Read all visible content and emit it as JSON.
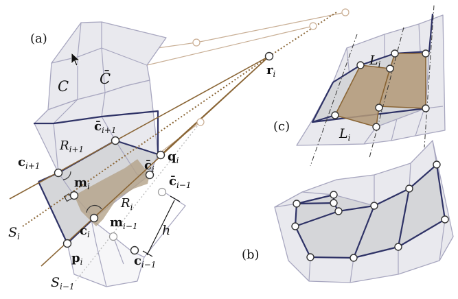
{
  "panels": {
    "a": {
      "tag": "(a)",
      "curve_C": "C",
      "curve_C_bar": "C̄",
      "r": "r",
      "r_sub": "i",
      "R_next": "R",
      "R_next_sub": "i+1",
      "R_cur": "R",
      "R_cur_sub": "i",
      "c_next": "c",
      "c_next_sub": "i+1",
      "cbar_next": "c̄",
      "cbar_next_sub": "i+1",
      "q": "q",
      "q_sub": "i",
      "m": "m",
      "m_sub": "i",
      "cbar": "c̄",
      "cbar_sub": "i",
      "cbar_prev": "c̄",
      "cbar_prev_sub": "i−1",
      "c": "c",
      "c_sub": "i",
      "m_prev": "m",
      "m_prev_sub": "i−1",
      "h": "h",
      "S": "S",
      "S_sub": "i",
      "p": "p",
      "p_sub": "i",
      "c_prev": "c",
      "c_prev_sub": "i−1",
      "S_prev": "S",
      "S_prev_sub": "i−1"
    },
    "c": {
      "tag": "(c)",
      "L_top": "L",
      "L_top_sub": "i",
      "L_bottom": "L",
      "L_bottom_sub": "i"
    },
    "b": {
      "tag": "(b)"
    }
  }
}
